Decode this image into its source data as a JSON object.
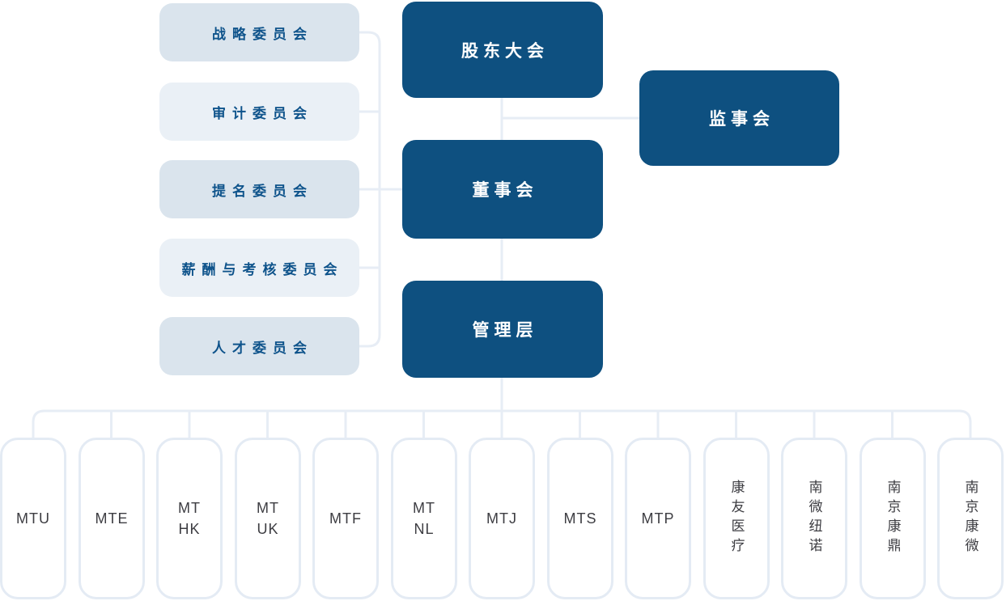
{
  "palette": {
    "dark_box_bg": "#0e5080",
    "dark_box_text": "#ffffff",
    "committee_text": "#0e538b",
    "committee_bg_dark": "#dae4ed",
    "committee_bg_light": "#eaf0f6",
    "connector_line": "#e7edf5",
    "subsidiary_border": "#e4ebf4",
    "subsidiary_text": "#3d3d42"
  },
  "governance": {
    "shareholders_meeting": "股东大会",
    "board_of_directors": "董事会",
    "management": "管理层",
    "supervisory_board": "监事会"
  },
  "committees": [
    {
      "label": "战略委员会"
    },
    {
      "label": "审计委员会"
    },
    {
      "label": "提名委员会"
    },
    {
      "label": "薪酬与考核委员会"
    },
    {
      "label": "人才委员会"
    }
  ],
  "subsidiaries": [
    {
      "label": "MTU",
      "orientation": "horizontal"
    },
    {
      "label": "MTE",
      "orientation": "horizontal"
    },
    {
      "label": "MT\nHK",
      "orientation": "horizontal"
    },
    {
      "label": "MT\nUK",
      "orientation": "horizontal"
    },
    {
      "label": "MTF",
      "orientation": "horizontal"
    },
    {
      "label": "MT\nNL",
      "orientation": "horizontal"
    },
    {
      "label": "MTJ",
      "orientation": "horizontal"
    },
    {
      "label": "MTS",
      "orientation": "horizontal"
    },
    {
      "label": "MTP",
      "orientation": "horizontal"
    },
    {
      "label": "康友医疗",
      "orientation": "vertical"
    },
    {
      "label": "南微纽诺",
      "orientation": "vertical"
    },
    {
      "label": "南京康鼎",
      "orientation": "vertical"
    },
    {
      "label": "南京康微",
      "orientation": "vertical"
    }
  ]
}
